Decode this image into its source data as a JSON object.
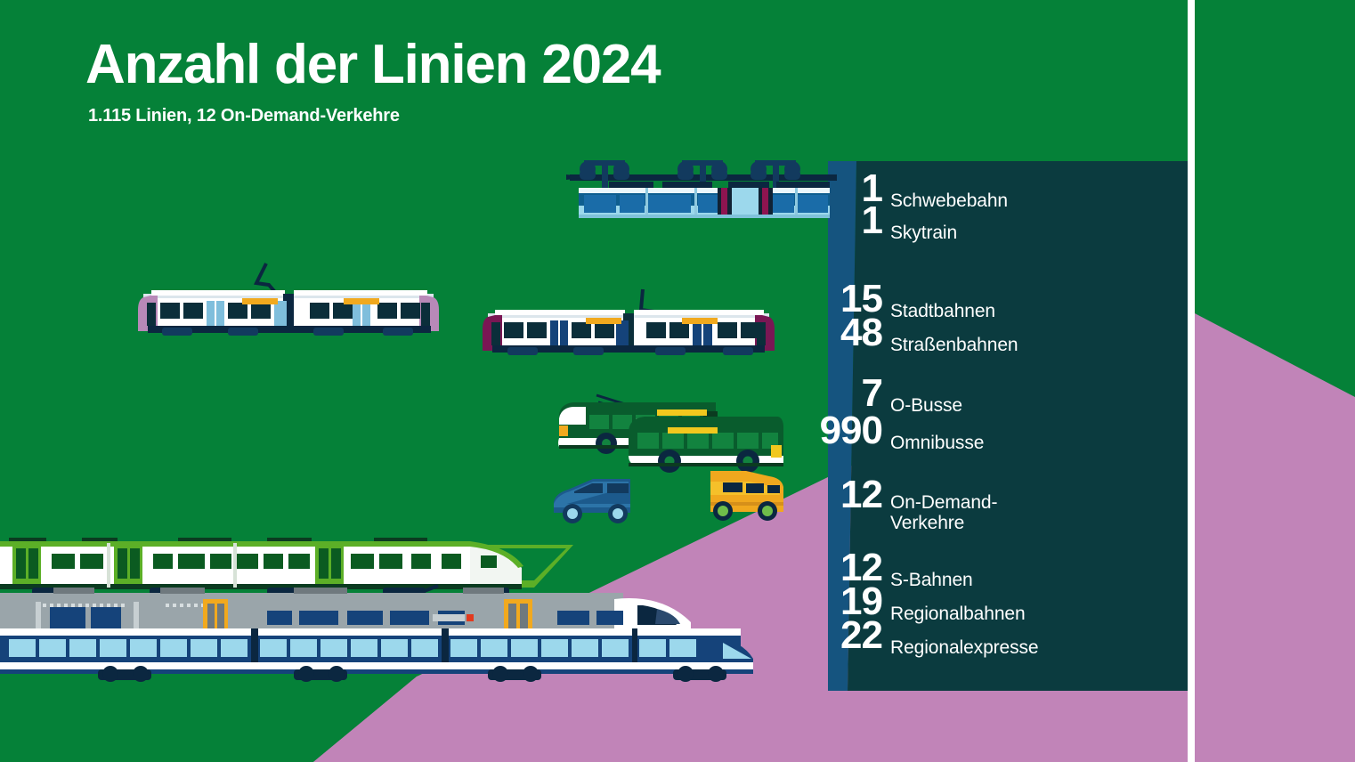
{
  "header": {
    "title": "Anzahl der Linien 2024",
    "subtitle": "1.115 Linien, 12 On-Demand-Verkehre"
  },
  "colors": {
    "green": "#058138",
    "panel_dark": "#0B3B3F",
    "purple": "#C184B8",
    "blue_stripe": "#15547F",
    "white": "#FFFFFF"
  },
  "stats": {
    "groups": [
      {
        "group_name": "schwebebahn-skytrain",
        "rows": [
          {
            "value": "1",
            "label": "Schwebebahn"
          },
          {
            "value": "1",
            "label": "Skytrain"
          }
        ]
      },
      {
        "group_name": "bahnen",
        "rows": [
          {
            "value": "15",
            "label": "Stadtbahnen"
          },
          {
            "value": "48",
            "label": "Straßenbahnen"
          }
        ]
      },
      {
        "group_name": "busse",
        "rows": [
          {
            "value": "7",
            "label": "O-Busse"
          },
          {
            "value": "990",
            "label": "Omnibusse"
          }
        ]
      },
      {
        "group_name": "on-demand",
        "rows": [
          {
            "value": "12",
            "label": "On-Demand-\nVerkehre"
          }
        ]
      },
      {
        "group_name": "regional",
        "rows": [
          {
            "value": "12",
            "label": "S-Bahnen"
          },
          {
            "value": "19",
            "label": "Regionalbahnen"
          },
          {
            "value": "22",
            "label": "Regionalexpresse"
          }
        ]
      }
    ]
  },
  "illustrations": [
    {
      "name": "schwebebahn-vehicle",
      "caption": "Schwebebahn suspended monorail"
    },
    {
      "name": "stadtbahn-vehicle",
      "caption": "Stadtbahn light rail vehicle"
    },
    {
      "name": "strassenbahn-vehicle",
      "caption": "Straßenbahn tram"
    },
    {
      "name": "o-bus-vehicle",
      "caption": "O-Bus trolleybus"
    },
    {
      "name": "omnibus-vehicle",
      "caption": "Omnibus city bus"
    },
    {
      "name": "on-demand-van-blue",
      "caption": "On-demand blue van"
    },
    {
      "name": "on-demand-van-yellow",
      "caption": "On-demand yellow van"
    },
    {
      "name": "regionalbahn-green-train",
      "caption": "Green regional train"
    },
    {
      "name": "regionalexpress-grey-train",
      "caption": "Grey double-deck regional express"
    },
    {
      "name": "s-bahn-blue-train",
      "caption": "Blue S-Bahn train"
    }
  ]
}
